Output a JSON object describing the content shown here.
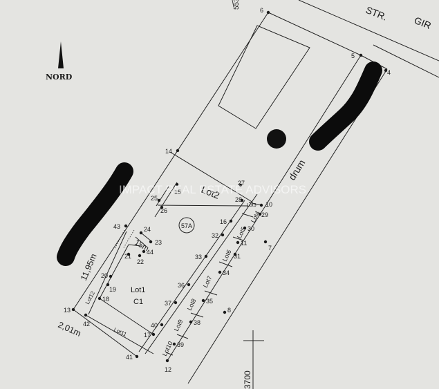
{
  "map": {
    "north_label": "NORD",
    "street_label": "STR.",
    "street_label_partial": "GIR",
    "road_label": "drum",
    "parcel_id": "57A",
    "main_lot": {
      "line1": "Lot1",
      "line2": "C1"
    },
    "watermark": "IMPACT REAL ESTATE ADVISORS",
    "dimension_side": "11,95m",
    "dimension_bottom": "2,01m",
    "small_dimension": "15m",
    "coord_bottom": "3700",
    "coord_top_partial": "553",
    "lots": [
      "Lot2",
      "Lot3",
      "Lot4",
      "Lot5",
      "Lot6",
      "Lot7",
      "Lot8",
      "Lot9",
      "Lot10",
      "Lot11",
      "Lot12"
    ],
    "points": [
      "4",
      "5",
      "6",
      "7",
      "8",
      "10",
      "11",
      "12",
      "13",
      "14",
      "15",
      "16",
      "17",
      "18",
      "19",
      "20",
      "21",
      "22",
      "23",
      "24",
      "25",
      "26",
      "27",
      "28",
      "29",
      "30",
      "31",
      "32",
      "33",
      "34",
      "35",
      "36",
      "37",
      "38",
      "39",
      "40",
      "41",
      "42",
      "43",
      "44"
    ]
  }
}
